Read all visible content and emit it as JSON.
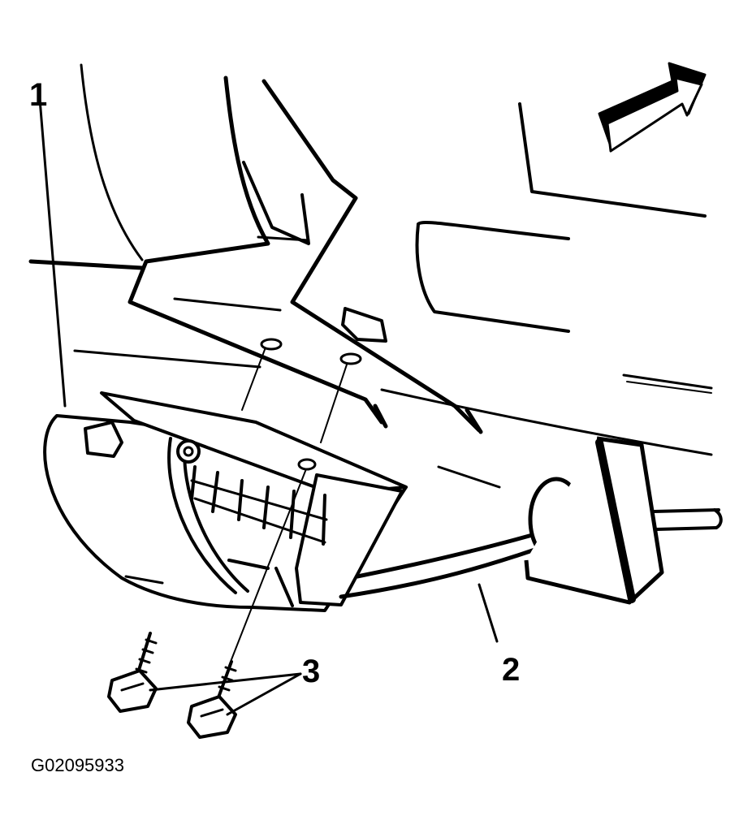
{
  "diagram": {
    "callouts": [
      {
        "id": "1",
        "text": "1"
      },
      {
        "id": "2",
        "text": "2"
      },
      {
        "id": "3",
        "text": "3"
      }
    ],
    "figure_id": "G02095933",
    "colors": {
      "ink": "#000000",
      "paper": "#ffffff"
    },
    "icons": {
      "direction_arrow": "forward-arrow-icon",
      "fasteners": "bolt-icon"
    }
  }
}
